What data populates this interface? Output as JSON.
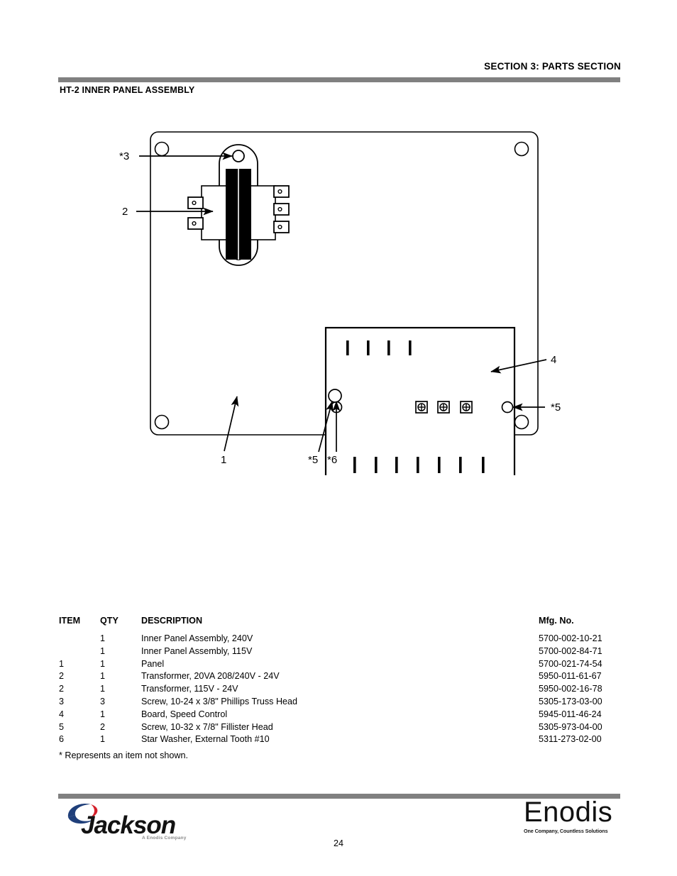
{
  "header": {
    "section_title": "SECTION 3: PARTS SECTION",
    "page_subtitle": "HT-2 INNER PANEL ASSEMBLY",
    "rule_color": "#808080"
  },
  "diagram": {
    "title": "HT-2 Inner Panel Assembly exploded view",
    "callouts": [
      {
        "id": "callout-3",
        "label": "*3"
      },
      {
        "id": "callout-2",
        "label": "2"
      },
      {
        "id": "callout-4",
        "label": "4"
      },
      {
        "id": "callout-5-right",
        "label": "*5"
      },
      {
        "id": "callout-1",
        "label": "1"
      },
      {
        "id": "callout-5-bottom",
        "label": "*5"
      },
      {
        "id": "callout-6",
        "label": "*6"
      }
    ]
  },
  "parts_table": {
    "columns": [
      "ITEM",
      "QTY",
      "DESCRIPTION",
      "Mfg. No."
    ],
    "rows": [
      {
        "item": "",
        "qty": "1",
        "description": "Inner Panel Assembly, 240V",
        "mfg_no": "5700-002-10-21"
      },
      {
        "item": "",
        "qty": "1",
        "description": "Inner Panel Assembly, 115V",
        "mfg_no": "5700-002-84-71"
      },
      {
        "item": "1",
        "qty": "1",
        "description": "Panel",
        "mfg_no": "5700-021-74-54"
      },
      {
        "item": "2",
        "qty": "1",
        "description": "Transformer, 20VA 208/240V - 24V",
        "mfg_no": "5950-011-61-67"
      },
      {
        "item": "2",
        "qty": "1",
        "description": "Transformer, 115V - 24V",
        "mfg_no": "5950-002-16-78"
      },
      {
        "item": "3",
        "qty": "3",
        "description": "Screw, 10-24 x 3/8\" Phillips Truss Head",
        "mfg_no": "5305-173-03-00"
      },
      {
        "item": "4",
        "qty": "1",
        "description": "Board, Speed Control",
        "mfg_no": "5945-011-46-24"
      },
      {
        "item": "5",
        "qty": "2",
        "description": "Screw, 10-32 x 7/8\" Fillister Head",
        "mfg_no": "5305-973-04-00"
      },
      {
        "item": "6",
        "qty": "1",
        "description": "Star Washer, External Tooth #10",
        "mfg_no": "5311-273-02-00"
      }
    ]
  },
  "footnote": "* Represents an item not shown.",
  "footer": {
    "rule_color": "#808080",
    "jackson_wordmark": "Jackson",
    "jackson_tagline": "A Enodis Company",
    "enodis_wordmark": "Enodis",
    "enodis_tagline": "One Company, Countless Solutions",
    "page_number": "24"
  }
}
